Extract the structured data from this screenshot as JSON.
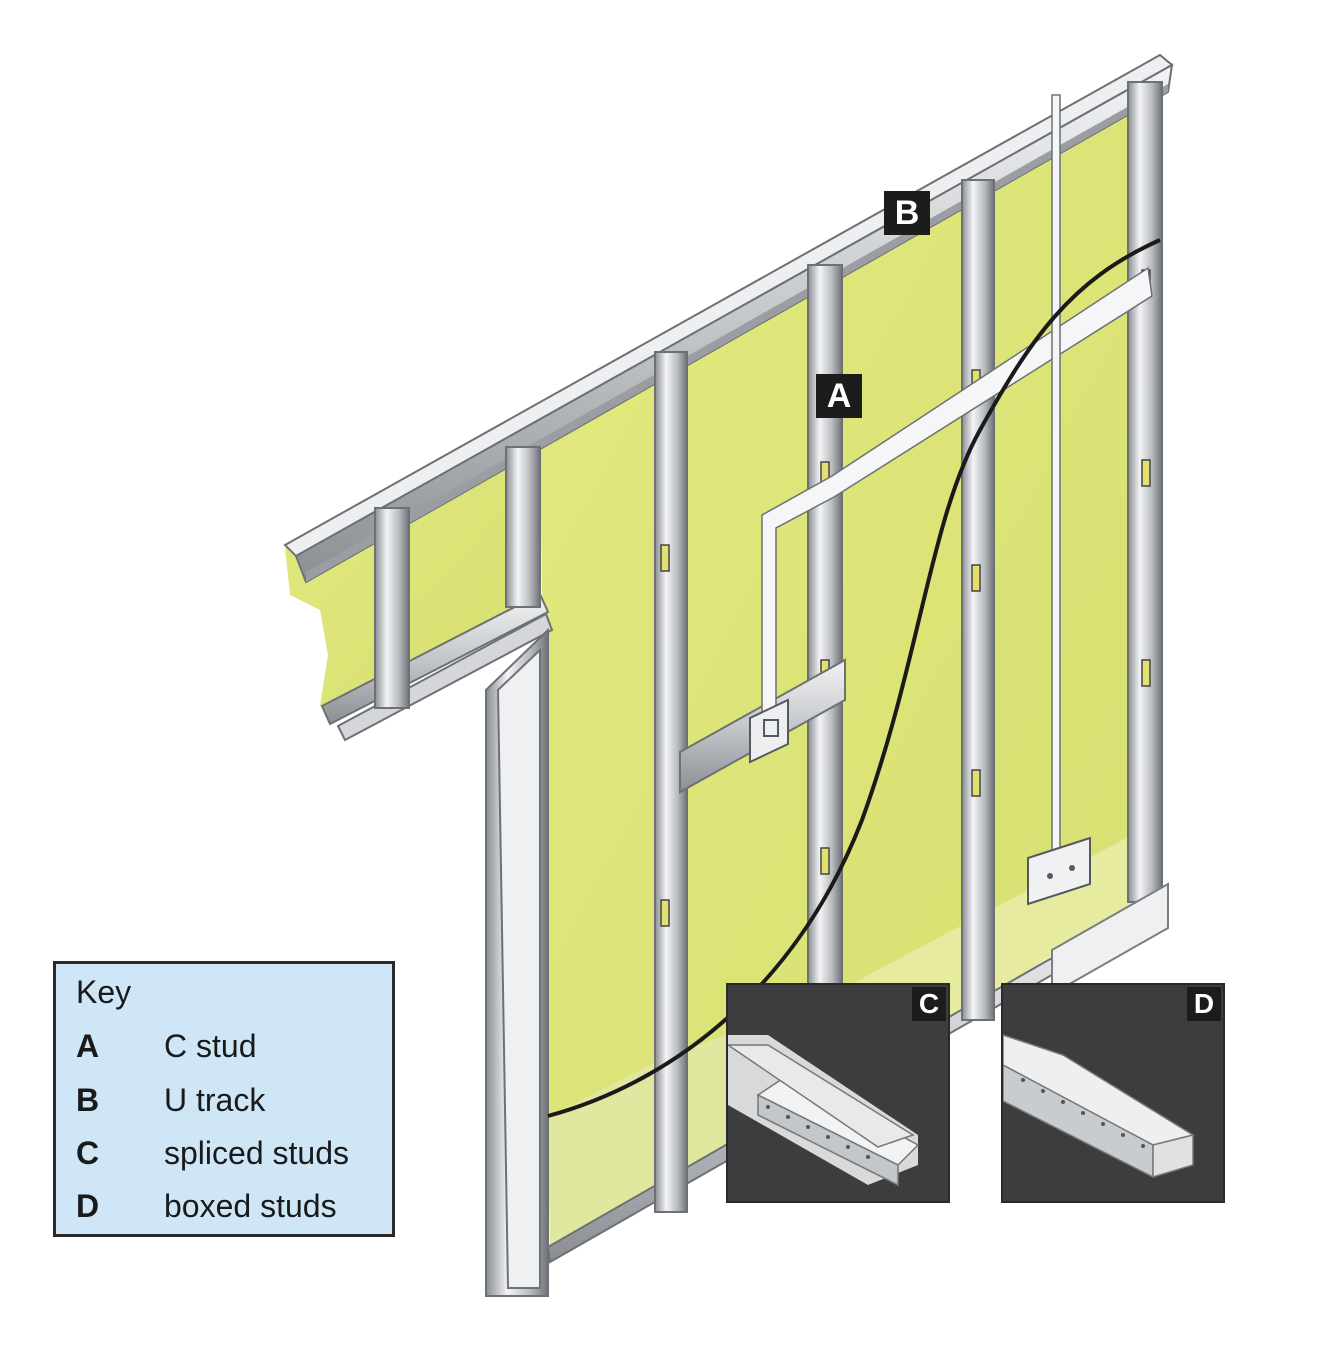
{
  "callouts": {
    "a": "A",
    "b": "B"
  },
  "key": {
    "title": "Key",
    "items": [
      {
        "letter": "A",
        "description": "C stud"
      },
      {
        "letter": "B",
        "description": "U track"
      },
      {
        "letter": "C",
        "description": "spliced studs"
      },
      {
        "letter": "D",
        "description": "boxed studs"
      }
    ]
  },
  "insets": {
    "c": {
      "label": "C"
    },
    "d": {
      "label": "D"
    }
  },
  "colors": {
    "board": "#dde57a",
    "board_light": "#e8ecaa",
    "steel": "#c7c9cc",
    "steel_dark": "#7f8387",
    "key_background": "#cfe6f7",
    "inset_background": "#3d3d3f",
    "label_background": "#1c1c1c"
  }
}
